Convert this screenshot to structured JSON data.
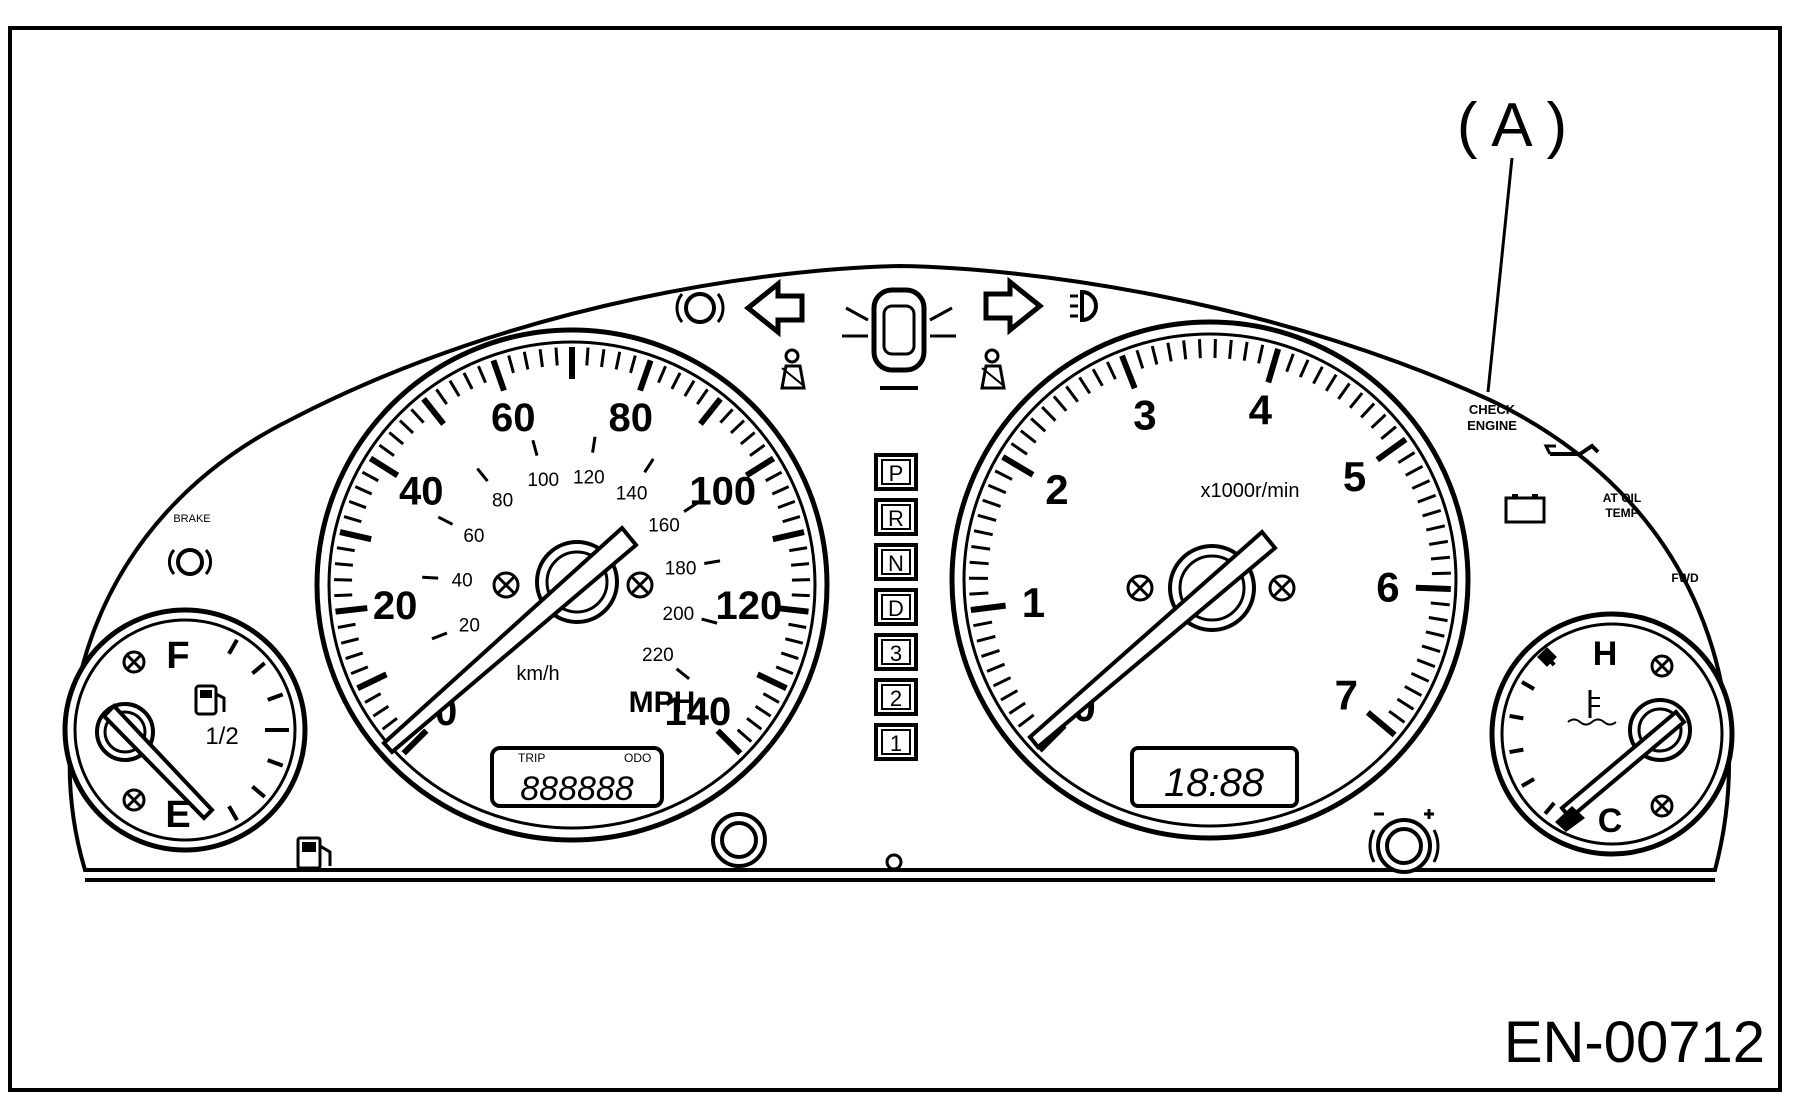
{
  "callout": {
    "label": "( A )"
  },
  "figure_code": "EN-00712",
  "speedometer": {
    "mph_labels": [
      "0",
      "20",
      "40",
      "60",
      "80",
      "100",
      "120",
      "140"
    ],
    "mph_values": [
      0,
      20,
      40,
      60,
      80,
      100,
      120,
      140
    ],
    "kmh_labels": [
      "20",
      "40",
      "60",
      "80",
      "100",
      "120",
      "140",
      "160",
      "180",
      "200",
      "220"
    ],
    "kmh_values": [
      20,
      40,
      60,
      80,
      100,
      120,
      140,
      160,
      180,
      200,
      220
    ],
    "unit_mph": "MPH",
    "unit_kmh": "km/h",
    "odometer": "888888",
    "odometer_caption_left": "TRIP",
    "odometer_caption_right": "ODO"
  },
  "tachometer": {
    "labels": [
      "0",
      "1",
      "2",
      "3",
      "4",
      "5",
      "6",
      "7"
    ],
    "values": [
      0,
      1,
      2,
      3,
      4,
      5,
      6,
      7
    ],
    "unit": "x1000r/min",
    "clock": "18:88"
  },
  "fuel_gauge": {
    "full": "F",
    "half": "1/2",
    "empty": "E"
  },
  "temp_gauge": {
    "hot": "H",
    "cold": "C"
  },
  "gear_indicator": [
    "P",
    "R",
    "N",
    "D",
    "3",
    "2",
    "1"
  ],
  "warning_labels": {
    "check_engine": [
      "CHECK",
      "ENGINE"
    ],
    "at_oil_temp": [
      "AT OIL",
      "TEMP"
    ],
    "fwd": "FWD",
    "abs_caption": "BRAKE"
  },
  "icons": [
    "brake-warning-icon",
    "left-turn-arrow-icon",
    "door-open-car-icon",
    "right-turn-arrow-icon",
    "high-beam-icon",
    "seatbelt-icon",
    "fuel-pump-icon",
    "battery-icon",
    "oil-pressure-icon",
    "coolant-temperature-icon",
    "trip-reset-knob-icon",
    "dimmer-knob-icon",
    "abs-warning-icon"
  ]
}
